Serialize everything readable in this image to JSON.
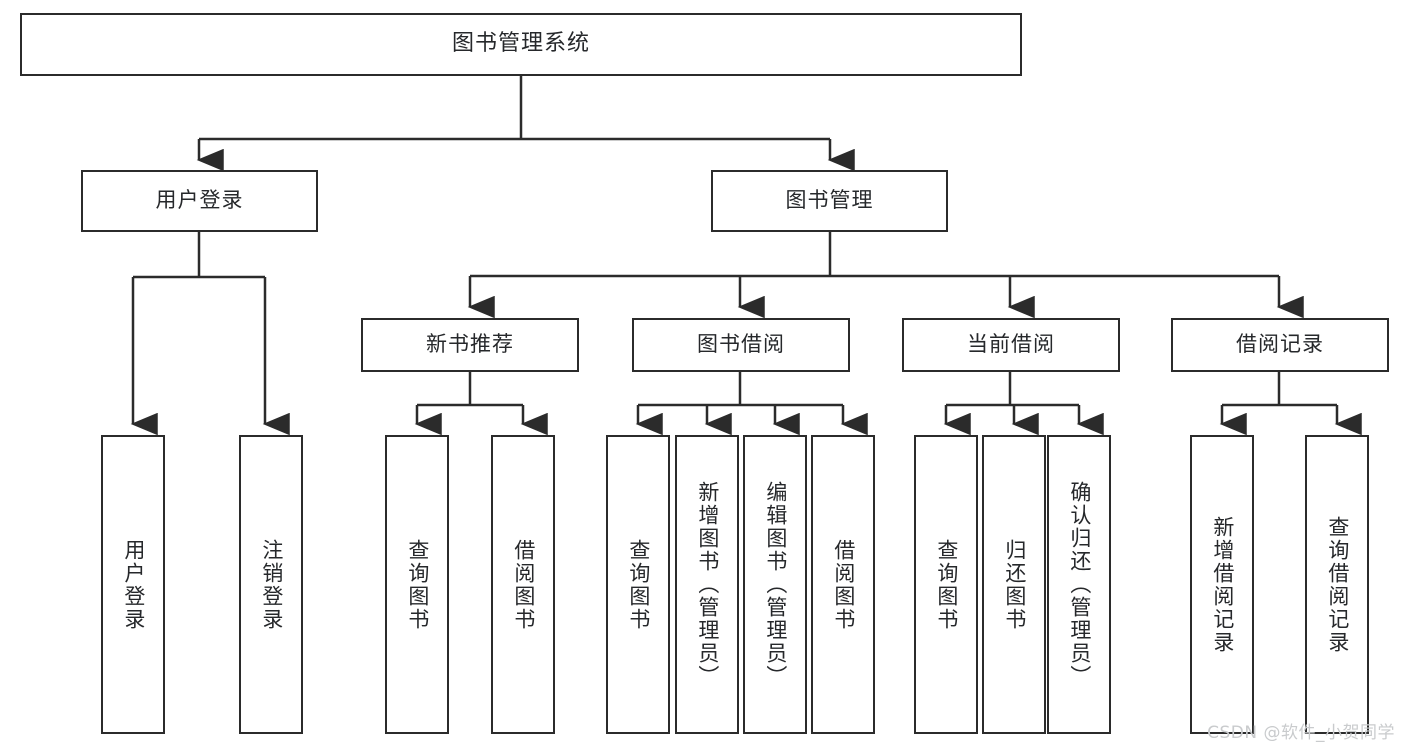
{
  "diagram": {
    "title": "图书管理系统",
    "type": "tree-hierarchy",
    "stroke_color": "#2b2b2b",
    "fill_color": "#ffffff",
    "text_color": "#26282b"
  },
  "watermark": {
    "text": "CSDN @软件_小贺同学",
    "color": "#c9cbcd"
  },
  "nodes": {
    "root": {
      "label": "图书管理系统"
    },
    "level2": [
      {
        "id": "user-login",
        "label": "用户登录"
      },
      {
        "id": "book-manage",
        "label": "图书管理"
      }
    ],
    "level3": [
      {
        "id": "new-book-recommend",
        "label": "新书推荐"
      },
      {
        "id": "book-borrow",
        "label": "图书借阅"
      },
      {
        "id": "current-borrow",
        "label": "当前借阅"
      },
      {
        "id": "borrow-record",
        "label": "借阅记录"
      }
    ],
    "leaves": {
      "user_login": [
        {
          "id": "leaf-user-login",
          "label": "用户登录"
        },
        {
          "id": "leaf-user-logout",
          "label": "注销登录"
        }
      ],
      "new_book_recommend": [
        {
          "id": "leaf-query-book-1",
          "label": "查询图书"
        },
        {
          "id": "leaf-borrow-book-1",
          "label": "借阅图书"
        }
      ],
      "book_borrow": [
        {
          "id": "leaf-query-book-2",
          "label": "查询图书"
        },
        {
          "id": "leaf-add-book",
          "label": "新增图书（管理员）"
        },
        {
          "id": "leaf-edit-book",
          "label": "编辑图书（管理员）"
        },
        {
          "id": "leaf-borrow-book-2",
          "label": "借阅图书"
        }
      ],
      "current_borrow": [
        {
          "id": "leaf-query-book-3",
          "label": "查询图书"
        },
        {
          "id": "leaf-return-book",
          "label": "归还图书"
        },
        {
          "id": "leaf-confirm-return",
          "label": "确认归还（管理员）"
        }
      ],
      "borrow_record": [
        {
          "id": "leaf-add-record",
          "label": "新增借阅记录"
        },
        {
          "id": "leaf-query-record",
          "label": "查询借阅记录"
        }
      ]
    }
  }
}
